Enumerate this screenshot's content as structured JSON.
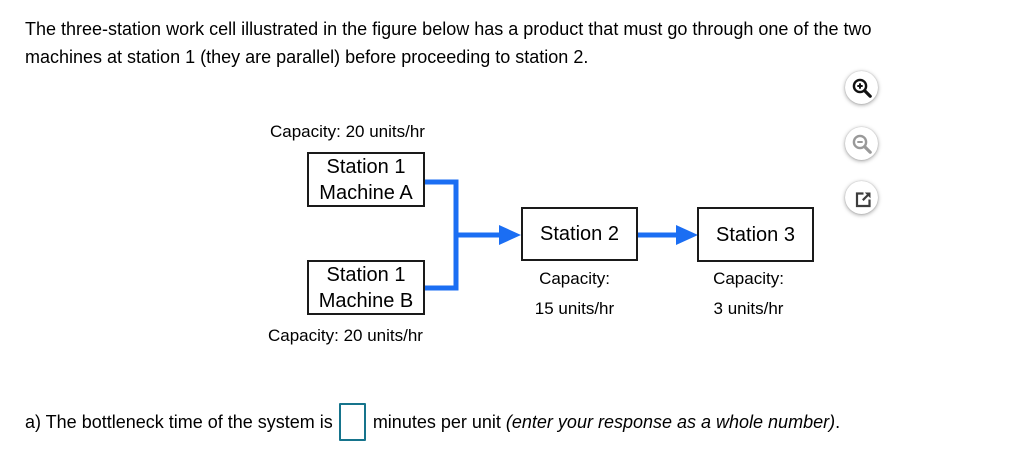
{
  "colors": {
    "accent-blue": "#1b6ef3",
    "box-border": "#1a1a1a",
    "input-border": "#16748c",
    "icon-dark": "#111111",
    "icon-disabled": "#999999",
    "icon-medium": "#3d3d3d",
    "text": "#000000"
  },
  "intro": {
    "line1": "The three-station work cell illustrated in the figure below has a product that must go through one of the two",
    "line2": "machines at station 1 (they are parallel) before proceeding to station 2."
  },
  "figure": {
    "machine_a": {
      "capacity": "Capacity: 20 units/hr",
      "line1": "Station 1",
      "line2": "Machine A"
    },
    "machine_b": {
      "line1": "Station 1",
      "line2": "Machine B",
      "capacity": "Capacity: 20 units/hr"
    },
    "station2": {
      "label": "Station 2",
      "capacity_line1": "Capacity:",
      "capacity_line2": "15 units/hr"
    },
    "station3": {
      "label": "Station 3",
      "capacity_line1": "Capacity:",
      "capacity_line2": "3 units/hr"
    }
  },
  "toolbar": {
    "buttons": [
      {
        "icon": "zoom-in-icon",
        "state": "enabled"
      },
      {
        "icon": "zoom-out-icon",
        "state": "disabled"
      },
      {
        "icon": "external-link-icon",
        "state": "enabled"
      }
    ]
  },
  "question": {
    "prefix": "a) The bottleneck time of the system is",
    "answer_value": "",
    "suffix": "minutes per unit",
    "note": "(enter your response as a whole number)",
    "period": "."
  }
}
